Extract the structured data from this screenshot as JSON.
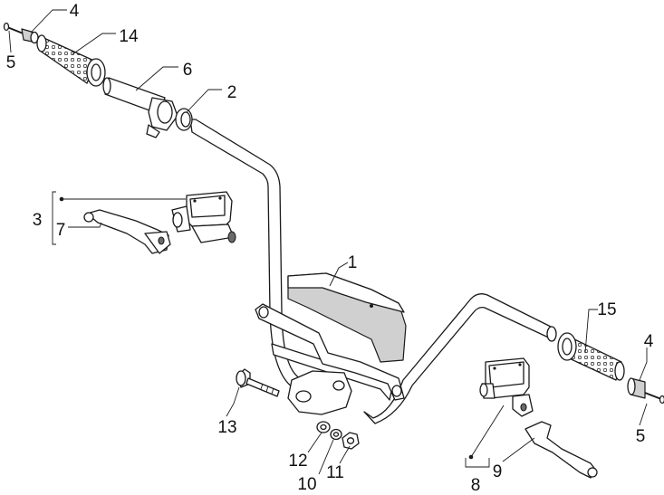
{
  "callouts": {
    "c1": "1",
    "c2": "2",
    "c3": "3",
    "c4_left": "4",
    "c4_right": "4",
    "c5_left": "5",
    "c5_right": "5",
    "c6": "6",
    "c7": "7",
    "c8": "8",
    "c9": "9",
    "c10": "10",
    "c11": "11",
    "c12": "12",
    "c13": "13",
    "c14": "14",
    "c15": "15"
  }
}
